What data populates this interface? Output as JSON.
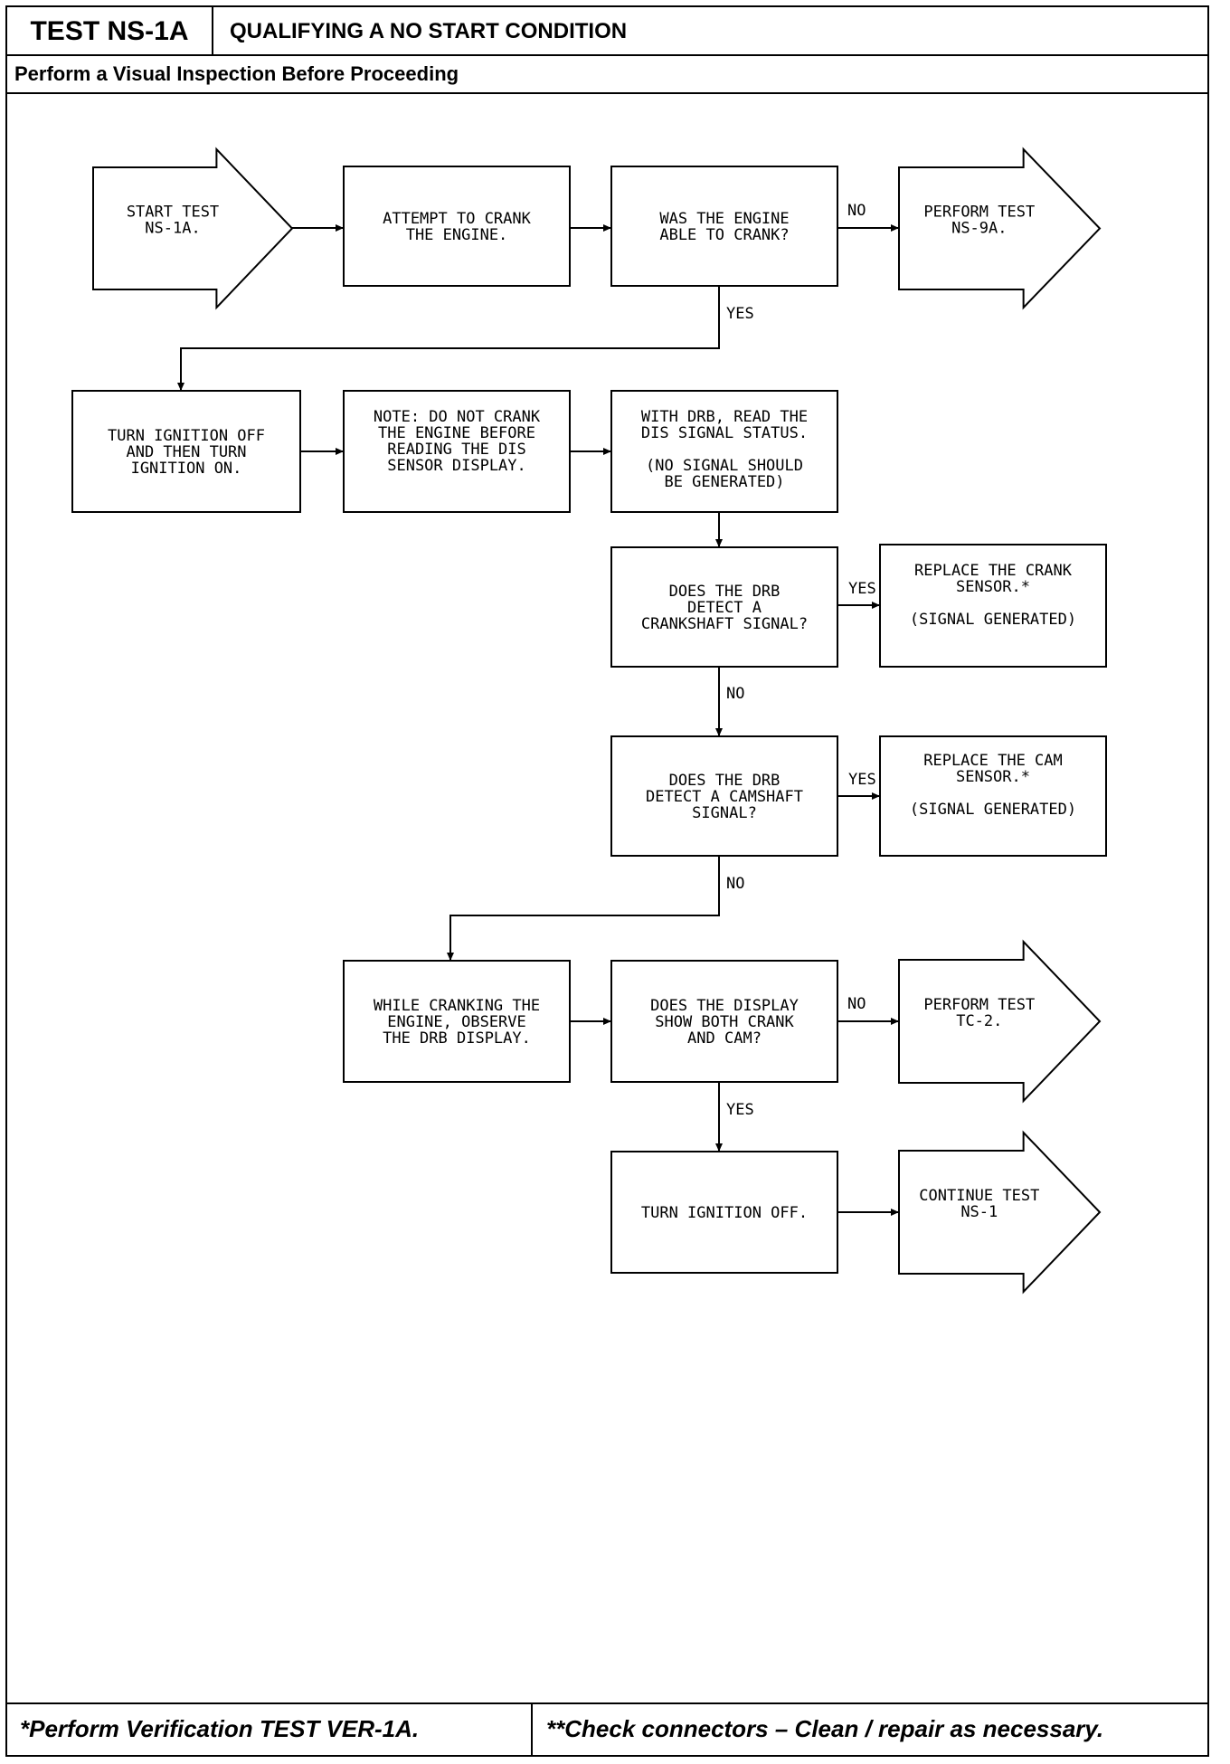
{
  "header": {
    "test_id": "TEST NS-1A",
    "title": "QUALIFYING A NO START CONDITION",
    "subtitle": "Perform a Visual Inspection Before Proceeding"
  },
  "footer": {
    "left": "*Perform Verification TEST VER-1A.",
    "right": "**Check connectors – Clean / repair as necessary."
  },
  "flowchart": {
    "nodes": [
      {
        "id": "start",
        "lines": [
          "START TEST",
          "NS-1A."
        ]
      },
      {
        "id": "crank",
        "lines": [
          "ATTEMPT TO CRANK",
          "THE ENGINE."
        ]
      },
      {
        "id": "able",
        "lines": [
          "WAS THE ENGINE",
          "ABLE TO CRANK?"
        ]
      },
      {
        "id": "ns9a",
        "lines": [
          "PERFORM TEST",
          "NS-9A."
        ]
      },
      {
        "id": "ign",
        "lines": [
          "TURN IGNITION OFF",
          "AND THEN TURN",
          "IGNITION ON."
        ]
      },
      {
        "id": "note",
        "lines": [
          "NOTE: DO NOT CRANK",
          "THE ENGINE BEFORE",
          "READING THE DIS",
          "SENSOR DISPLAY."
        ]
      },
      {
        "id": "drb",
        "lines": [
          "WITH DRB, READ THE",
          "DIS SIGNAL STATUS.",
          "",
          "(NO SIGNAL SHOULD",
          "BE GENERATED)"
        ]
      },
      {
        "id": "cksig",
        "lines": [
          "DOES THE DRB",
          "DETECT A",
          "CRANKSHAFT SIGNAL?"
        ]
      },
      {
        "id": "repcrank",
        "lines": [
          "REPLACE THE CRANK",
          "SENSOR.*",
          "",
          "(SIGNAL GENERATED)"
        ]
      },
      {
        "id": "camsig",
        "lines": [
          "DOES THE DRB",
          "DETECT A CAMSHAFT",
          "SIGNAL?"
        ]
      },
      {
        "id": "repcam",
        "lines": [
          "REPLACE THE CAM",
          "SENSOR.*",
          "",
          "(SIGNAL GENERATED)"
        ]
      },
      {
        "id": "observe",
        "lines": [
          "WHILE CRANKING THE",
          "ENGINE, OBSERVE",
          "THE DRB DISPLAY."
        ]
      },
      {
        "id": "both",
        "lines": [
          "DOES THE DISPLAY",
          "SHOW BOTH CRANK",
          "AND CAM?"
        ]
      },
      {
        "id": "tc2",
        "lines": [
          "PERFORM TEST",
          "TC-2."
        ]
      },
      {
        "id": "ignoff",
        "lines": [
          "TURN IGNITION OFF."
        ]
      },
      {
        "id": "ns1",
        "lines": [
          "CONTINUE TEST",
          "NS-1"
        ]
      }
    ],
    "edge_labels": {
      "able_no": "NO",
      "able_yes": "YES",
      "cksig_yes": "YES",
      "cksig_no": "NO",
      "camsig_yes": "YES",
      "camsig_no": "NO",
      "both_no": "NO",
      "both_yes": "YES"
    }
  }
}
